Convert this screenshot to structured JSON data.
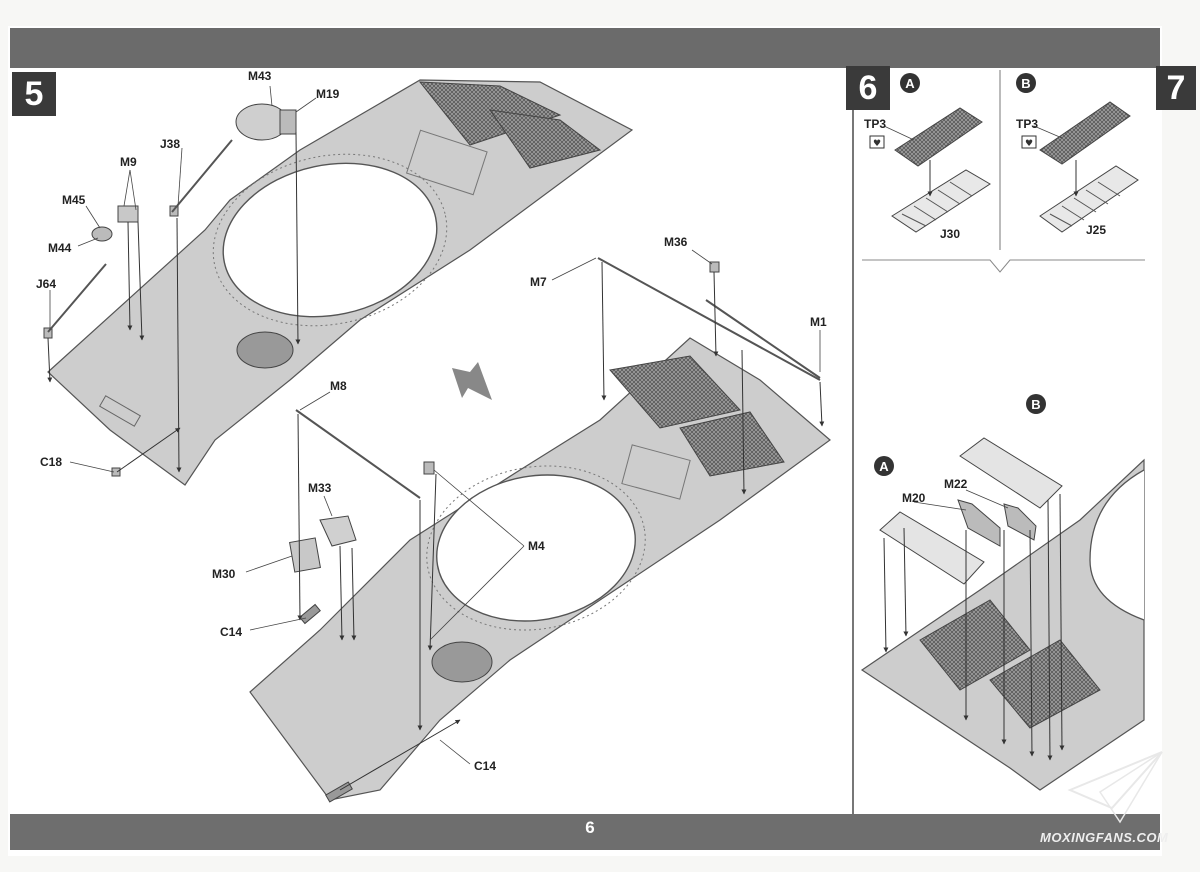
{
  "page_number": "6",
  "watermark": "MOXINGFANS.COM",
  "steps": {
    "step5": "5",
    "step6": "6",
    "step7": "7"
  },
  "options": {
    "a": "A",
    "b": "B"
  },
  "labels": {
    "m43": "M43",
    "m19": "M19",
    "j38": "J38",
    "m9": "M9",
    "m45": "M45",
    "m44": "M44",
    "j64": "J64",
    "c18": "C18",
    "m36": "M36",
    "m7": "M7",
    "m1": "M1",
    "m8": "M8",
    "m33": "M33",
    "m4": "M4",
    "m30": "M30",
    "c14a": "C14",
    "c14b": "C14",
    "tp3a": "TP3",
    "tp3b": "TP3",
    "j30": "J30",
    "j25": "J25",
    "m20": "M20",
    "m22": "M22"
  },
  "colors": {
    "bar": "#6b6b6b",
    "step_box": "#3a3a3a",
    "part_fill": "#c9c9c9",
    "part_stroke": "#555555"
  }
}
